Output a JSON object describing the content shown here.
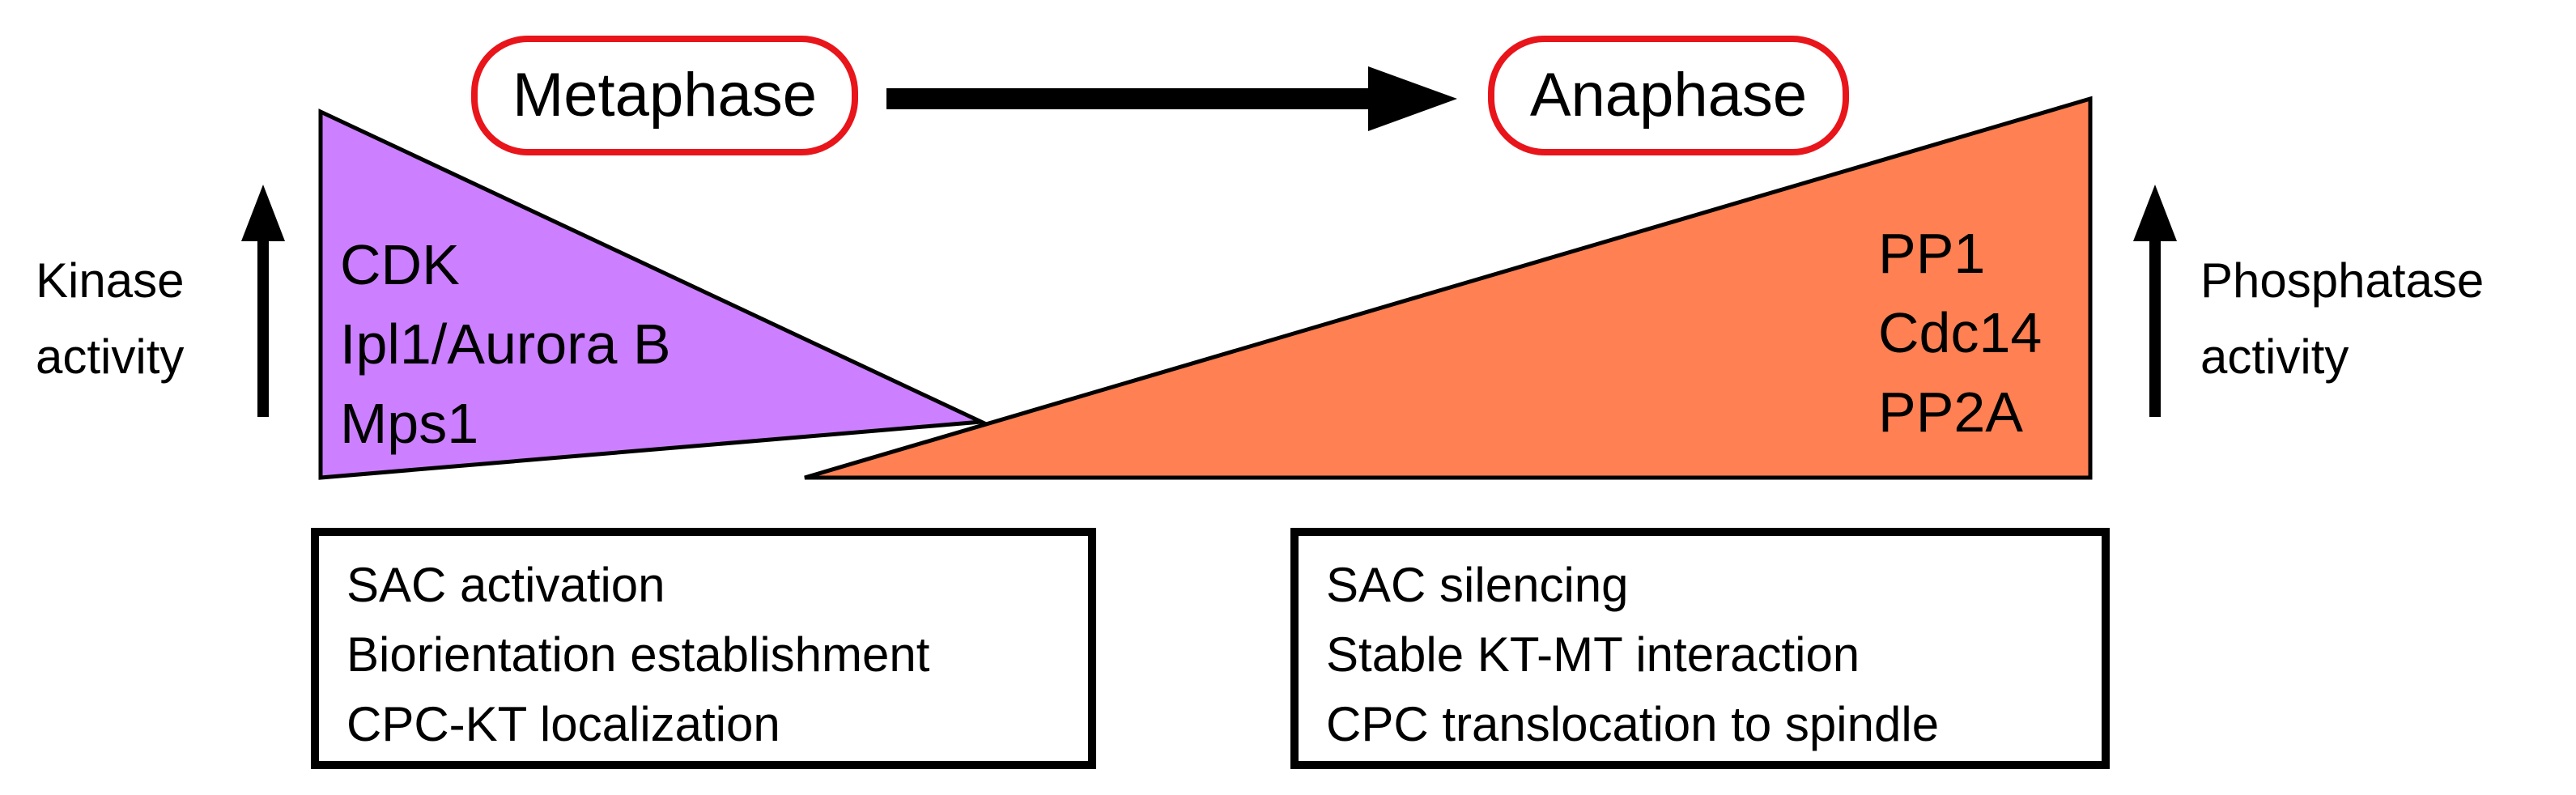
{
  "phases": {
    "start": "Metaphase",
    "end": "Anaphase"
  },
  "kinase_side": {
    "axis_label": [
      "Kinase",
      "activity"
    ],
    "enzymes": [
      "CDK",
      "Ipl1/Aurora B",
      "Mps1"
    ],
    "color": "#cc80ff"
  },
  "phosphatase_side": {
    "axis_label": [
      "Phosphatase",
      "activity"
    ],
    "enzymes": [
      "PP1",
      "Cdc14",
      "PP2A"
    ],
    "color": "#ff8052"
  },
  "metaphase_events": [
    "SAC activation",
    "Biorientation establishment",
    "CPC-KT localization"
  ],
  "anaphase_events": [
    "SAC silencing",
    "Stable KT-MT interaction",
    "CPC translocation to spindle"
  ],
  "colors": {
    "phase_outline": "#e8151b",
    "arrow": "#000000"
  }
}
